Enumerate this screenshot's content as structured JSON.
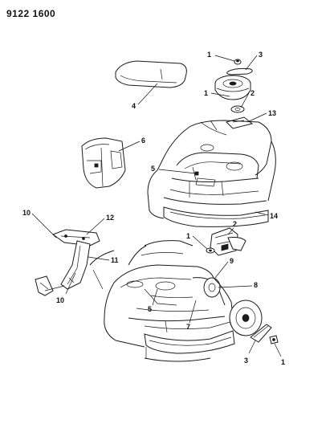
{
  "document": {
    "number": "9122 1600"
  },
  "callouts": {
    "top_1a": "1",
    "top_3": "3",
    "top_1b": "1",
    "top_2": "2",
    "top_13": "13",
    "top_4": "4",
    "top_6": "6",
    "top_5": "5",
    "top_14": "14",
    "mid_10": "10",
    "mid_12": "12",
    "mid_11": "11",
    "mid_10b": "10",
    "bot_1": "1",
    "bot_2": "2",
    "bot_9": "9",
    "bot_8": "8",
    "bot_5": "5",
    "bot_7": "7",
    "bot_3": "3",
    "bot_1b": "1"
  }
}
